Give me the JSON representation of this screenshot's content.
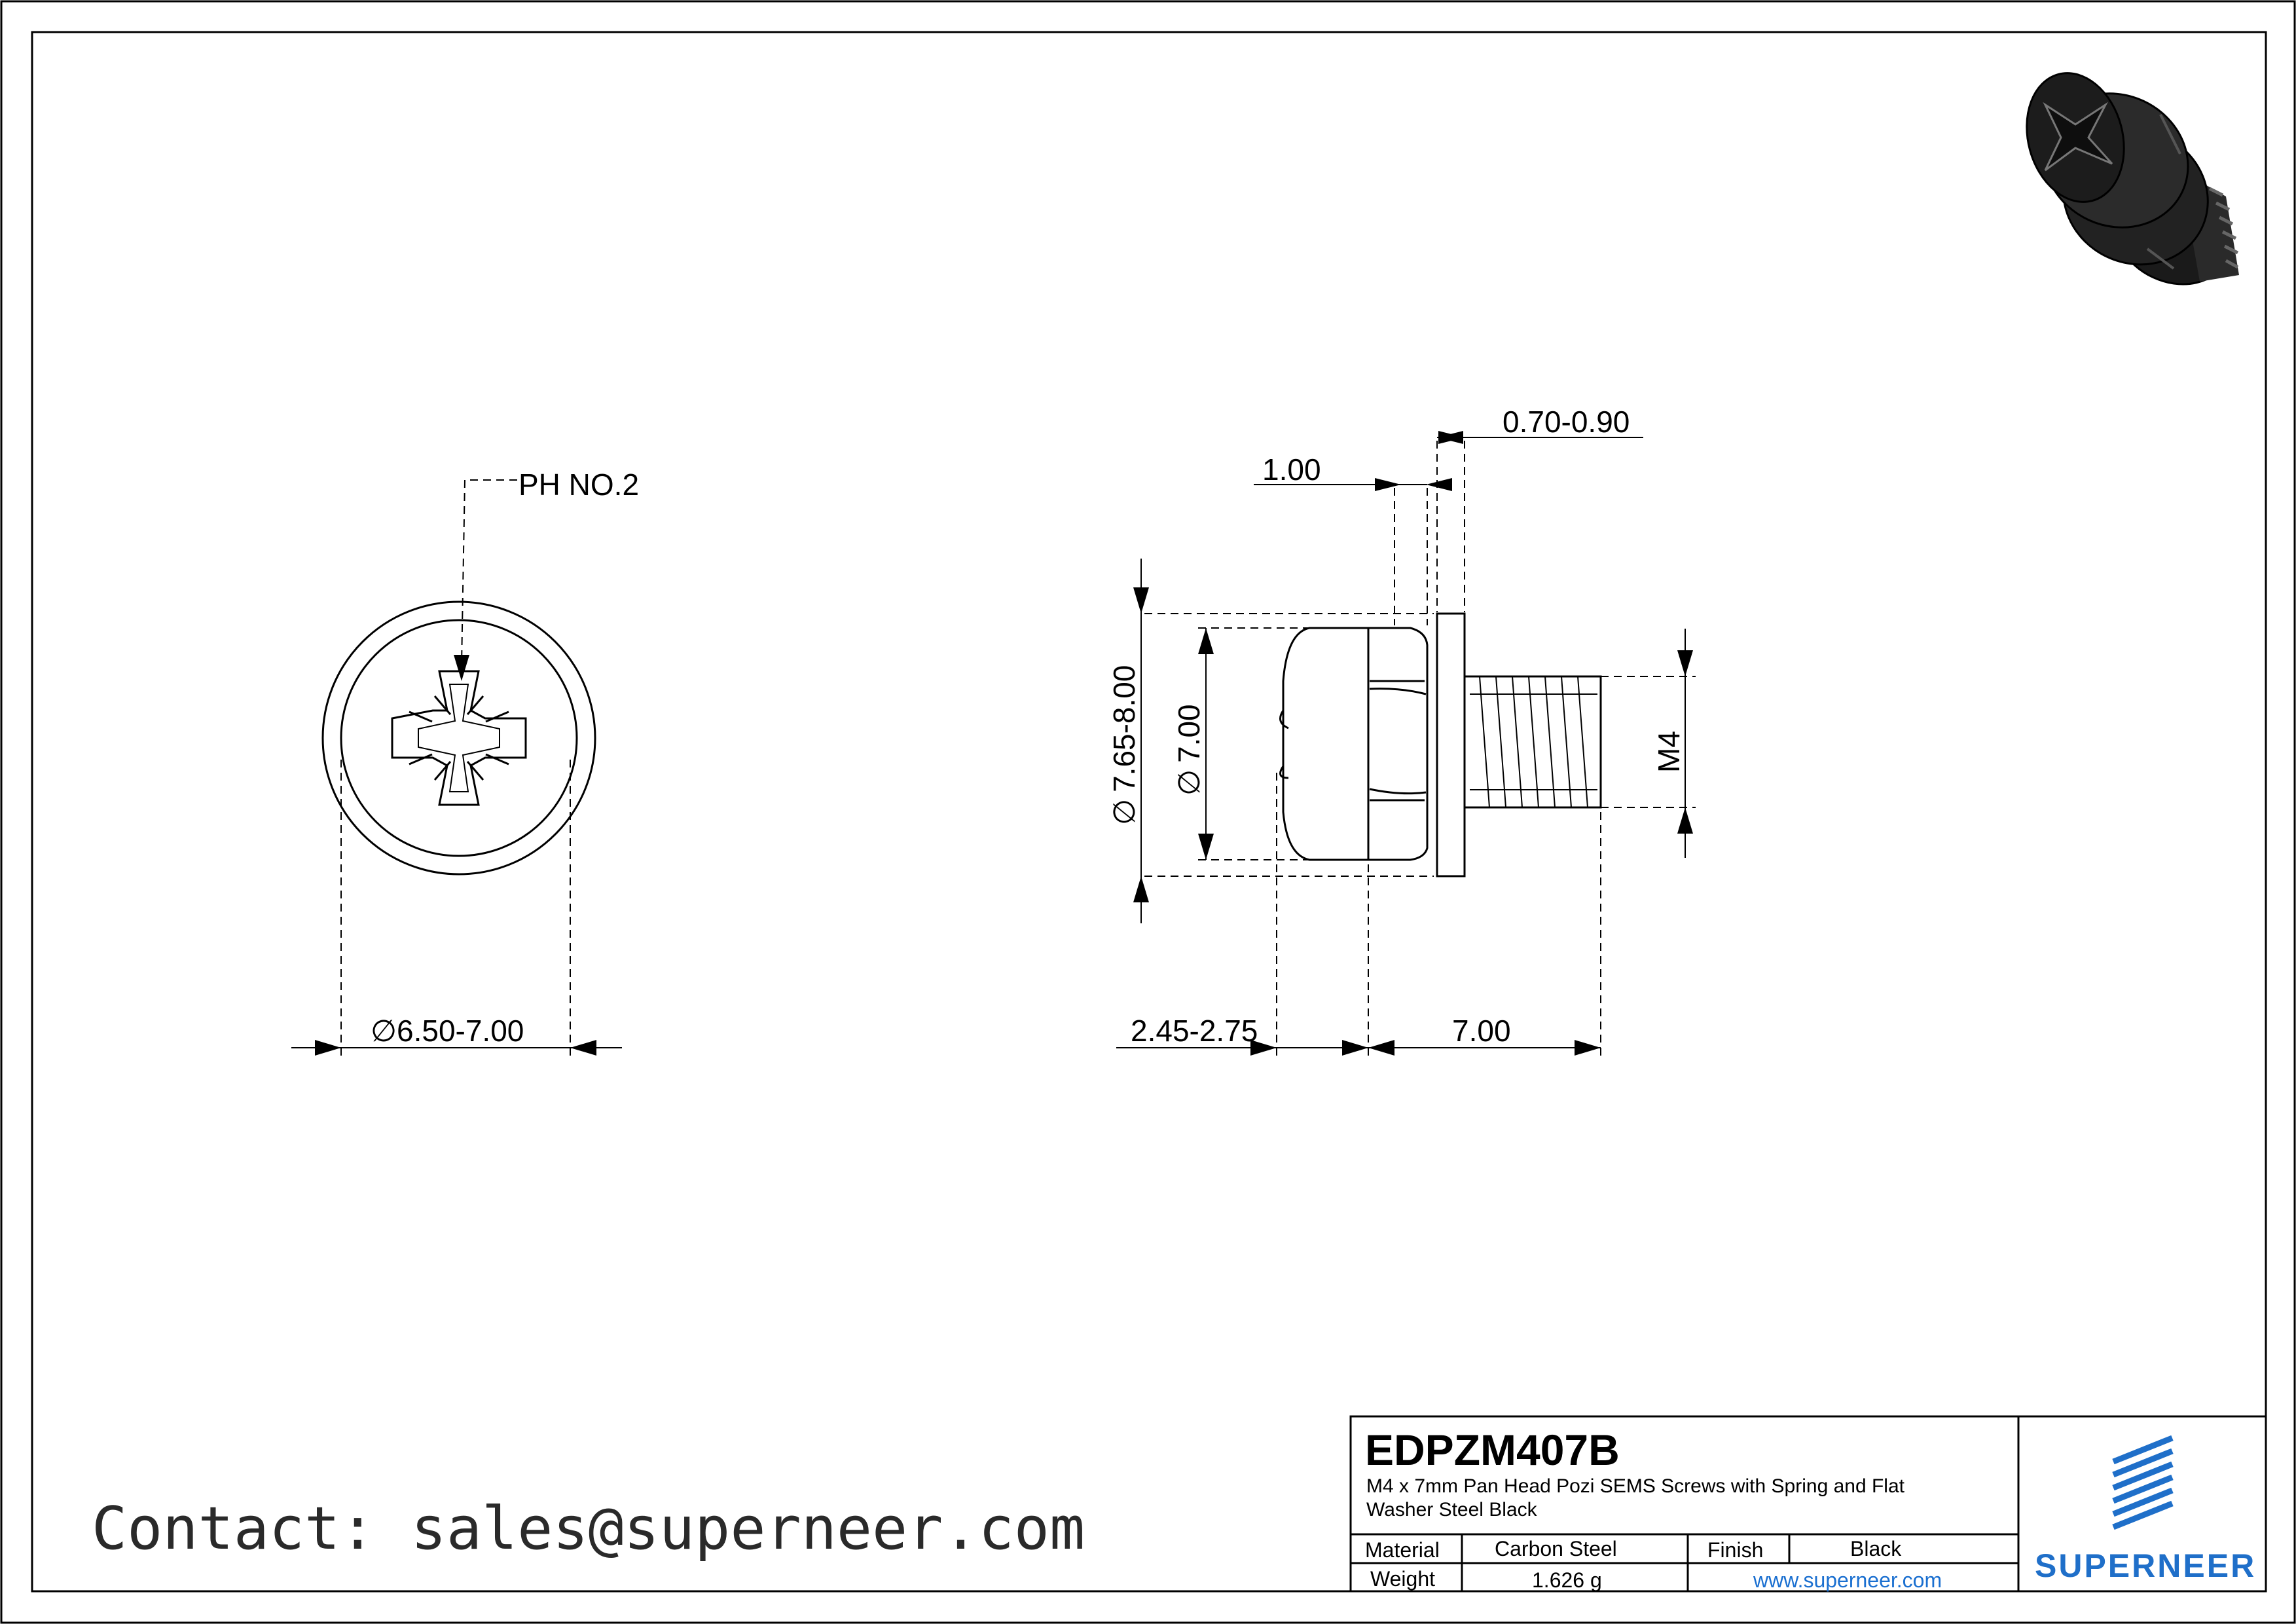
{
  "front_view": {
    "recess_label": "PH NO.2",
    "head_diameter": "6.50-7.00"
  },
  "side_view": {
    "washer_thickness": "0.70-0.90",
    "spring_washer_thickness": "1.00",
    "flat_washer_diameter": "7.65-8.00",
    "head_diameter": "7.00",
    "thread_size": "M4",
    "head_height": "2.45-2.75",
    "length": "7.00"
  },
  "title_block": {
    "part_code": "EDPZM407B",
    "description_line1": "M4 x 7mm Pan Head Pozi SEMS Screws with Spring and Flat",
    "description_line2": "Washer Steel Black",
    "material_label": "Material",
    "material_value": "Carbon Steel",
    "finish_label": "Finish",
    "finish_value": "Black",
    "weight_label": "Weight",
    "weight_value": "1.626 g",
    "website": "www.superneer.com",
    "brand": "SUPERNEER",
    "brand_color": "#1f6fc9"
  },
  "contact": "Contact: sales@superneer.com",
  "diameter_symbol": "∅"
}
